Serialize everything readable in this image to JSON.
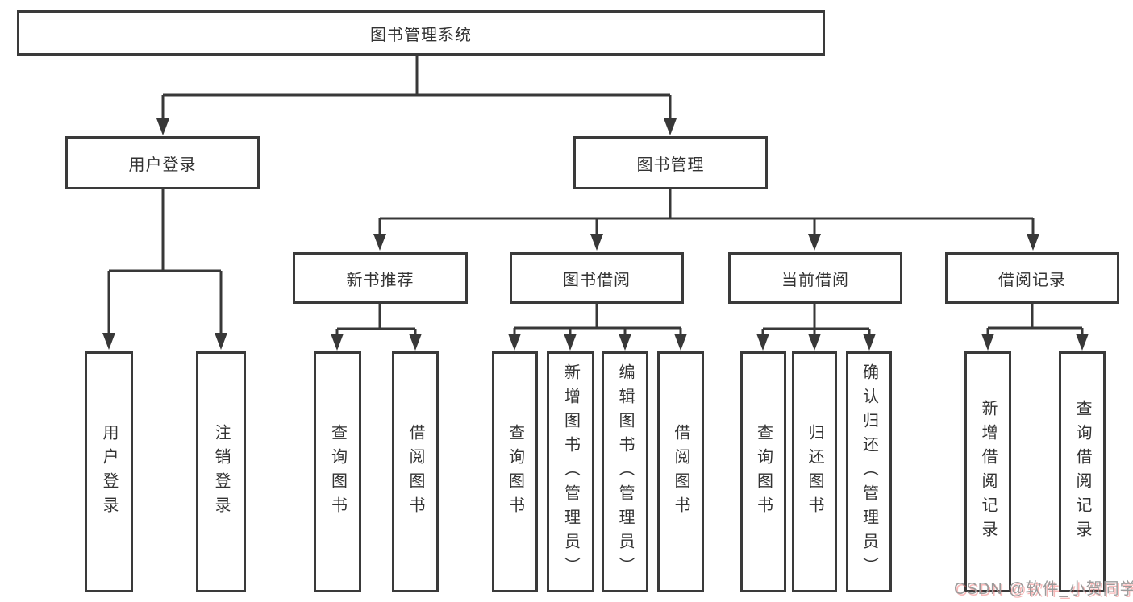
{
  "diagram": {
    "title": {
      "label": "图书管理系统"
    },
    "level2": [
      {
        "label": "用户登录"
      },
      {
        "label": "图书管理"
      }
    ],
    "level3": [
      {
        "label": "新书推荐"
      },
      {
        "label": "图书借阅"
      },
      {
        "label": "当前借阅"
      },
      {
        "label": "借阅记录"
      }
    ],
    "leaves": [
      {
        "label": "用户登录"
      },
      {
        "label": "注销登录"
      },
      {
        "label": "查询图书"
      },
      {
        "label": "借阅图书"
      },
      {
        "label": "查询图书"
      },
      {
        "label": "新增图书（管理员）"
      },
      {
        "label": "编辑图书（管理员）"
      },
      {
        "label": "借阅图书"
      },
      {
        "label": "查询图书"
      },
      {
        "label": "归还图书"
      },
      {
        "label": "确认归还（管理员）"
      },
      {
        "label": "新增借阅记录"
      },
      {
        "label": "查询借阅记录"
      }
    ]
  },
  "watermark": {
    "text": "CSDN @软件_小贺同学"
  },
  "colors": {
    "background": "#ffffff",
    "line": "#383838",
    "box_border": "#3a3a3a",
    "text": "#333333",
    "watermark_text": "#9b9b9b",
    "watermark_shadow": "#ee6363"
  }
}
